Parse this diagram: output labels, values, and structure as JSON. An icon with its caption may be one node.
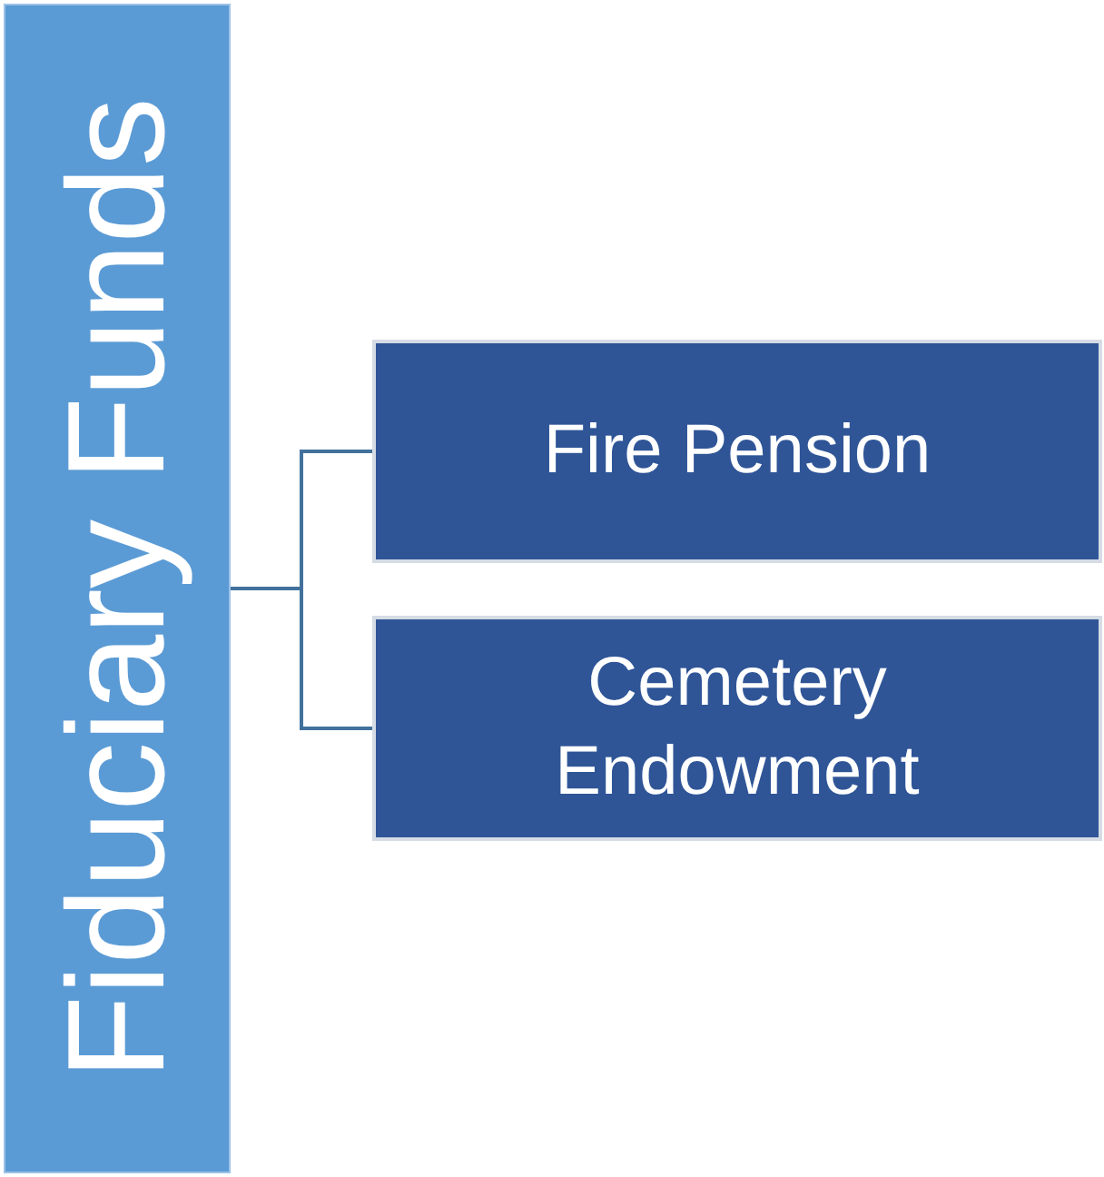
{
  "diagram": {
    "nodes": [
      {
        "text": [
          "Fiduciary Funds"
        ]
      },
      {
        "text": [
          "Fire Pension"
        ]
      },
      {
        "text": [
          "Cemetery Endowment"
        ]
      }
    ],
    "edges": [
      {
        "from": 0,
        "to": 1,
        "arrow": "none"
      },
      {
        "from": 0,
        "to": 2,
        "arrow": "none"
      }
    ]
  }
}
